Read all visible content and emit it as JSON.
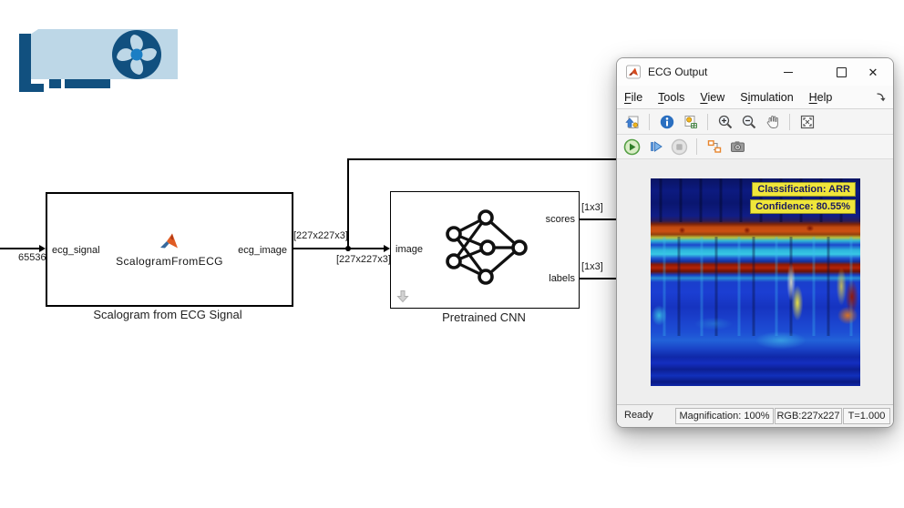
{
  "colors": {
    "gpu_body": "#bdd7e7",
    "gpu_dark": "#11507f",
    "gpu_hub": "#1b7ec4",
    "annotation_bg": "#f0e63a",
    "play_green": "#3f9c35",
    "info_blue": "#2a6fc0",
    "blocks_orange": "#e8862d"
  },
  "diagram": {
    "input_dim": "65536",
    "dim_ecg_image": "[227x227x3]",
    "dim_branch": "[227x227x3]",
    "scalogram_block": {
      "port_in": "ecg_signal",
      "port_out": "ecg_image",
      "label": "ScalogramFromECG",
      "caption": "Scalogram from ECG Signal"
    },
    "cnn_block": {
      "port_in": "image",
      "port_out_scores": "scores",
      "port_out_labels": "labels",
      "dim_scores": "[1x3]",
      "dim_labels": "[1x3]",
      "caption": "Pretrained CNN"
    }
  },
  "window": {
    "title": "ECG Output",
    "menu": [
      {
        "label": "File",
        "accel": 0
      },
      {
        "label": "Tools",
        "accel": 0
      },
      {
        "label": "View",
        "accel": 0
      },
      {
        "label": "Simulation",
        "accel": 1
      },
      {
        "label": "Help",
        "accel": 0
      }
    ],
    "toolbar_icons": [
      "export-image-icon",
      "video-information-icon",
      "colormap-icon",
      "zoom-in-icon",
      "zoom-out-icon",
      "pan-icon",
      "maintain-fit-icon"
    ],
    "playback_icons": [
      "play-icon",
      "step-forward-icon",
      "stop-icon",
      "simulink-blocks-icon",
      "snapshot-icon"
    ],
    "annotation": {
      "classification": "Classification: ARR",
      "confidence": "Confidence: 80.55%"
    },
    "status": {
      "ready": "Ready",
      "magnification": "Magnification: 100%",
      "rgb": "RGB:227x227",
      "time": "T=1.000"
    }
  }
}
